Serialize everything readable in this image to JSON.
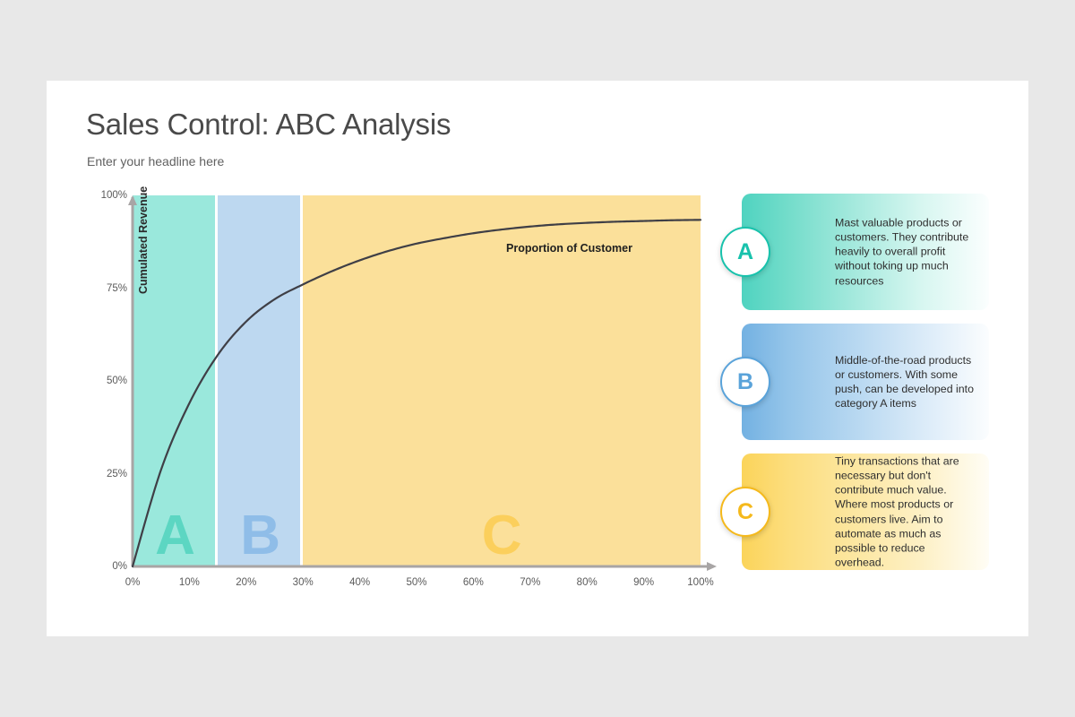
{
  "slide": {
    "title": "Sales Control: ABC Analysis",
    "subtitle": "Enter your headline here",
    "background_color": "#e8e8e8",
    "surface_color": "#ffffff"
  },
  "chart_data": {
    "type": "line",
    "title": "Sales Control: ABC Analysis",
    "xlabel": "Proportion of Customer",
    "ylabel": "Cumulated Revenue",
    "xlim": [
      0,
      100
    ],
    "ylim": [
      0,
      100
    ],
    "grid": false,
    "legend": "none",
    "xticks": [
      "0%",
      "10%",
      "20%",
      "30%",
      "40%",
      "50%",
      "60%",
      "70%",
      "80%",
      "90%",
      "100%"
    ],
    "xtick_values": [
      0,
      10,
      20,
      30,
      40,
      50,
      60,
      70,
      80,
      90,
      100
    ],
    "yticks": [
      "0%",
      "25%",
      "50%",
      "75%",
      "100%"
    ],
    "ytick_values": [
      0,
      25,
      50,
      75,
      100
    ],
    "series": [
      {
        "name": "Cumulated Revenue",
        "color": "#3f3f46",
        "x": [
          0,
          5,
          10,
          15,
          20,
          25,
          30,
          35,
          40,
          45,
          50,
          55,
          60,
          65,
          70,
          75,
          80,
          85,
          90,
          95,
          100
        ],
        "y": [
          0,
          26,
          44,
          57,
          66,
          72,
          76,
          79.5,
          82.5,
          85,
          87,
          88.5,
          89.8,
          90.8,
          91.6,
          92.2,
          92.6,
          92.9,
          93.1,
          93.3,
          93.4
        ]
      }
    ],
    "annotations": [
      {
        "text": "Proportion of Customer",
        "x": 70,
        "y": 88
      }
    ],
    "bands": [
      {
        "label": "A",
        "x_start": 0,
        "x_end": 15,
        "color": "#9ae8dc",
        "letter_color": "#5cd6c2"
      },
      {
        "label": "B",
        "x_start": 15,
        "x_end": 30,
        "color": "#bdd8f0",
        "letter_color": "#8fbde8"
      },
      {
        "label": "C",
        "x_start": 30,
        "x_end": 100,
        "color": "#fbe09a",
        "letter_color": "#fbcf5c"
      }
    ]
  },
  "cards": [
    {
      "badge": "A",
      "text": "Mast valuable products or customers. They contribute heavily to overall profit without toking up much resources",
      "accent_color": "#18c2ac"
    },
    {
      "badge": "B",
      "text": "Middle-of-the-road products or customers. With some push, can be developed into category A items",
      "accent_color": "#5aa3da"
    },
    {
      "badge": "C",
      "text": "Tiny transactions that are necessary but don't contribute much value. Where most products or customers live. Aim to automate as much as possible to reduce overhead.",
      "accent_color": "#f5b91c"
    }
  ]
}
